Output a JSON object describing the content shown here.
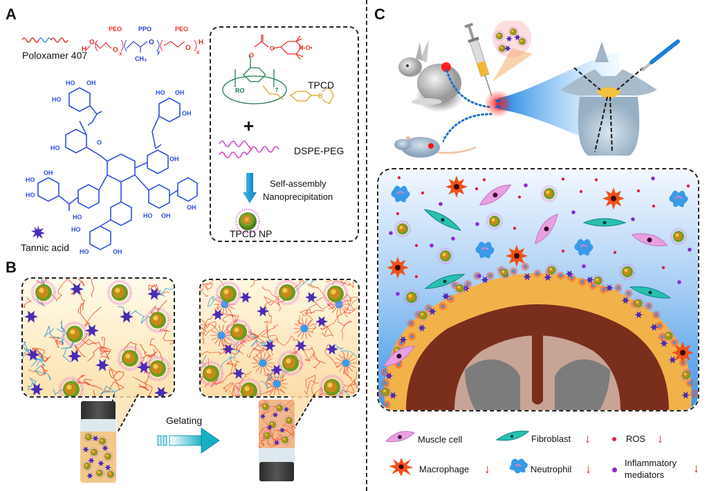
{
  "panels": {
    "A": {
      "label": "A",
      "poloxamer": {
        "name": "Poloxamer 407",
        "blocks": [
          "PEO",
          "PPO",
          "PEO"
        ],
        "subscripts": [
          "x",
          "y",
          "x"
        ],
        "end_groups": {
          "left": "H",
          "right": "H"
        },
        "atoms": {
          "O": "O",
          "CH3": "CH3"
        }
      },
      "tannic_acid": {
        "name": "Tannic acid",
        "groups": {
          "OH": "OH",
          "HO": "HO",
          "O": "O"
        }
      },
      "box": {
        "tpcd": "TPCD",
        "tpcd_groups": {
          "RO": "RO",
          "repeat": "7",
          "nitroxide": "N-O•",
          "boron": "B"
        },
        "plus": "+",
        "dspe_peg": "DSPE-PEG",
        "process": [
          "Self-assembly",
          "Nanoprecipitation"
        ],
        "product": "TPCD NP"
      }
    },
    "B": {
      "label": "B",
      "arrow_label": "Gelating"
    },
    "C": {
      "label": "C",
      "legend": [
        {
          "name": "Muscle cell",
          "icon": "muscle-cell-icon",
          "trend": ""
        },
        {
          "name": "Fibroblast",
          "icon": "fibroblast-icon",
          "trend": "↓"
        },
        {
          "name": "ROS",
          "icon": "ros-dot-icon",
          "trend": "↓"
        },
        {
          "name": "Macrophage",
          "icon": "macrophage-icon",
          "trend": "↓"
        },
        {
          "name": "Neutrophil",
          "icon": "neutrophil-icon",
          "trend": "↓"
        },
        {
          "name": "Inflammatory mediators",
          "name_lines": [
            "Inflammatory",
            "mediators"
          ],
          "icon": "mediator-dot-icon",
          "trend": "↓"
        }
      ]
    }
  },
  "colors": {
    "peo": "#e8322e",
    "ppo": "#2a3fd0",
    "tannic": "#2f4fe0",
    "tpcd_ring": "#1f7a4f",
    "tempo": "#e8322e",
    "boronate": "#e0a020",
    "dspe": "#d63fc0",
    "down_arrow": "#e02020"
  }
}
